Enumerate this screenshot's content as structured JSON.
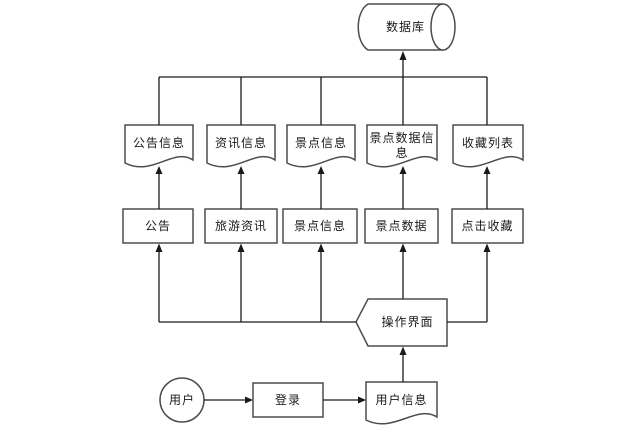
{
  "diagram": {
    "nodes": {
      "database": "数据库",
      "announcement_info": "公告信息",
      "news_info": "资讯信息",
      "scenic_info_doc": "景点信息",
      "scenic_data_info": "景点数据信息",
      "favorites_list": "收藏列表",
      "announcement": "公告",
      "travel_news": "旅游资讯",
      "scenic_info": "景点信息",
      "scenic_data": "景点数据",
      "click_favorite": "点击收藏",
      "operation_ui": "操作界面",
      "user": "用户",
      "login": "登录",
      "user_info": "用户信息"
    },
    "colors": {
      "shape_border": "#4d4d4d",
      "connector": "#1a1a1a",
      "background": "#ffffff",
      "text": "#1a1a1a"
    }
  }
}
